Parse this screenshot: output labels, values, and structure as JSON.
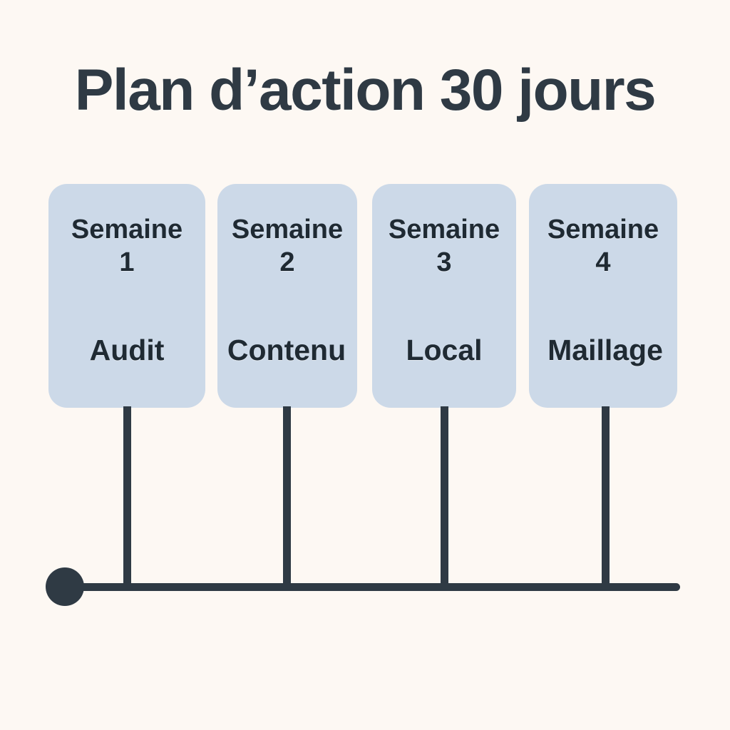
{
  "page": {
    "title": "Plan d’action 30 jours",
    "background_color": "#fdf8f3",
    "accent_color": "#2f3a44",
    "card_color": "#ccd9e8"
  },
  "timeline": {
    "origin_marker": "origin-dot",
    "baseline": "timeline-baseline",
    "steps": [
      {
        "week_word": "Semaine",
        "week_number": "1",
        "label": "Audit"
      },
      {
        "week_word": "Semaine",
        "week_number": "2",
        "label": "Contenu"
      },
      {
        "week_word": "Semaine",
        "week_number": "3",
        "label": "Local"
      },
      {
        "week_word": "Semaine",
        "week_number": "4",
        "label": "Maillage"
      }
    ]
  }
}
